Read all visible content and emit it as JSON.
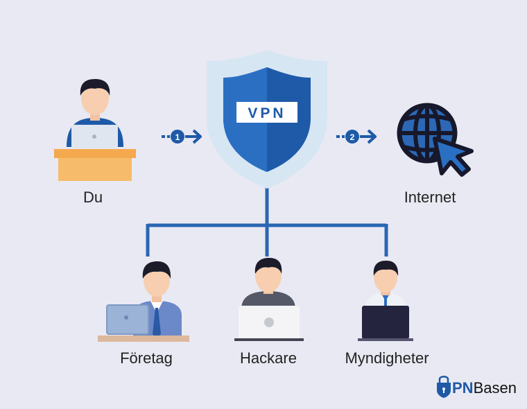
{
  "shield": {
    "label": "VPN"
  },
  "steps": {
    "step1": "1",
    "step2": "2"
  },
  "nodes": {
    "you": "Du",
    "internet": "Internet",
    "company": "Företag",
    "hacker": "Hackare",
    "authority": "Myndigheter"
  },
  "brand": {
    "prefix": "PN",
    "suffix": "Basen"
  },
  "colors": {
    "primary": "#1e5aa8",
    "background": "#e9e9f3",
    "desk": "#f5b763"
  }
}
